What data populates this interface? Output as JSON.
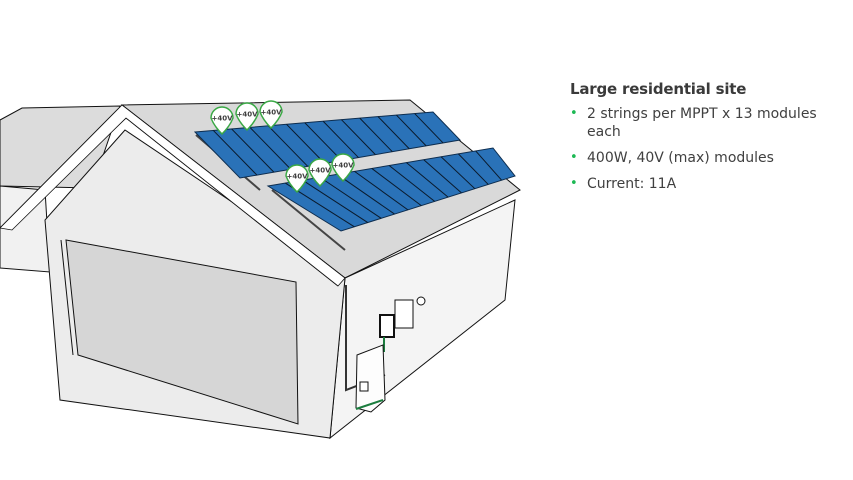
{
  "slide": {
    "title": "Large residential site",
    "bullets": [
      "2 strings per MPPT x 13 modules each",
      "400W, 40V (max) modules",
      "Current: 11A"
    ],
    "accent_color": "#1db954"
  },
  "illustration": {
    "subject": "house-with-rooftop-solar",
    "strings": [
      {
        "name": "string-1",
        "module_count": 13,
        "voltage_pins": [
          "+40V",
          "+40V",
          "+40V"
        ]
      },
      {
        "name": "string-2",
        "module_count": 13,
        "voltage_pins": [
          "+40V",
          "+40V",
          "+40V"
        ]
      }
    ],
    "panel_color": "#2a72b8",
    "pin_border_color": "#3aa845"
  }
}
